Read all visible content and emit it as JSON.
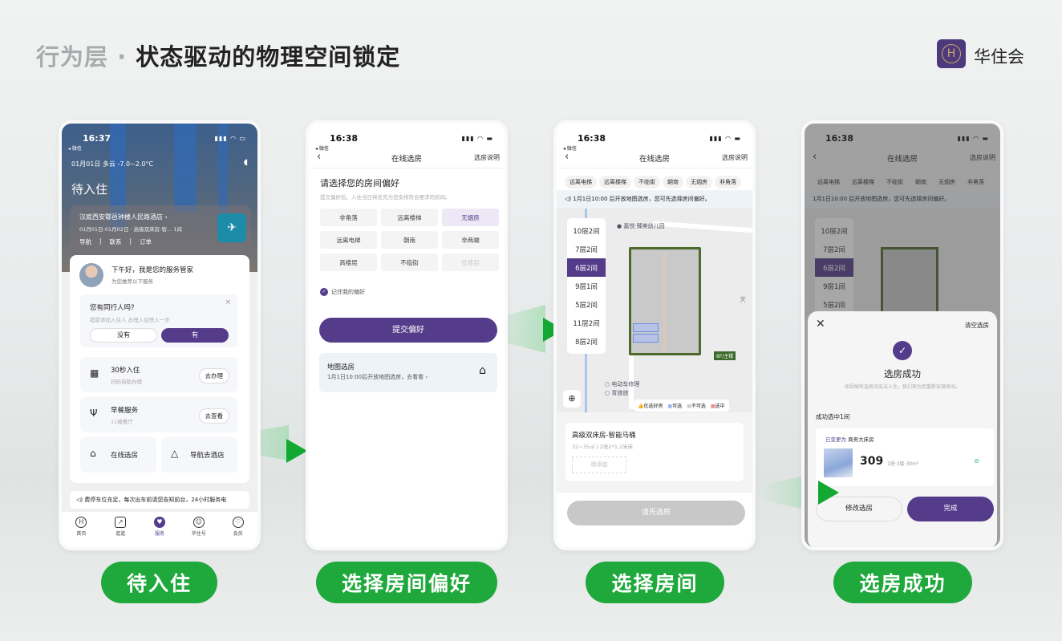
{
  "header": {
    "prefix": "行为层 · ",
    "title": "状态驱动的物理空间锁定",
    "brand": "华住会",
    "logo_letter": "H"
  },
  "steps": [
    "待入住",
    "选择房间偏好",
    "选择房间",
    "选房成功"
  ],
  "phone1": {
    "time": "16:37",
    "back_app": "◂ 微信",
    "weather": "01月01日 多云 -7.0~2.0°C",
    "heading": "待入住",
    "hotel": {
      "name": "汉庭西安鄠邑钟楼人民路酒店 ›",
      "detail": "01月01日-01月02日 · 高级双床房-智... 1间",
      "links": [
        "导航",
        "联系",
        "订单"
      ]
    },
    "butler": {
      "greeting": "下午好，我是您的服务管家",
      "sub": "为您推荐以下服务"
    },
    "companion": {
      "title": "您有同行人吗?",
      "sub": "提前添加入住人 办理入住快人一步",
      "no": "没有",
      "yes": "有",
      "close": "×"
    },
    "services": [
      {
        "title": "30秒入住",
        "sub": "扫码自助办理",
        "action": "去办理"
      },
      {
        "title": "早餐服务",
        "sub": "11楼餐厅",
        "action": "去查看"
      }
    ],
    "tiles": [
      "在线选房",
      "导航去酒店"
    ],
    "notice": "费停车位充足，每次出车前请您告知前台，24小时服务电",
    "tabs": [
      "首页",
      "逛逛",
      "服务",
      "华住号",
      "会员"
    ]
  },
  "phone2": {
    "time": "16:38",
    "back_app": "◂ 微信",
    "nav_title": "在线选房",
    "nav_right": "选房说明",
    "heading": "请选择您的房间偏好",
    "sub": "提交偏好后，入住当日将优先为您安排符合要求的房间。",
    "prefs": [
      "非角落",
      "远离楼梯",
      "无烟房",
      "远离电梯",
      "朝南",
      "非两端",
      "高楼层",
      "不临街",
      "低楼层"
    ],
    "remember": "记住我的偏好",
    "submit": "提交偏好",
    "map": {
      "title": "地图选房",
      "sub": "1月1日10:00后开放地图选房，去看看 ›"
    }
  },
  "phone3": {
    "time": "16:38",
    "back_app": "◂ 微信",
    "nav_title": "在线选房",
    "nav_right": "选房说明",
    "chips": [
      "远离电梯",
      "远离楼梯",
      "不临街",
      "朝南",
      "无烟房",
      "非角落"
    ],
    "notice": "1月1日10:00 后开放地图选房，您可先选择房间偏好。",
    "floors": [
      "10层2间",
      "7层2间",
      "6层2间",
      "9层1间",
      "5层2间",
      "11层2间",
      "8层2间"
    ],
    "selected_floor": "6层2间",
    "poi": [
      "嘉悦·臻美幼儿园",
      "电动车修理",
      "青旅旅",
      "天"
    ],
    "floor_badge": "6F/主楼",
    "legend": [
      "优选好房",
      "可选",
      "不可选",
      "选中"
    ],
    "room": {
      "name": "高级双床房-智能马桶",
      "spec": "32~35㎡ | 2张2*1.2米床",
      "slot": "待添加"
    },
    "button": "请先选房"
  },
  "phone4": {
    "time": "16:38",
    "clear": "清空选房",
    "title": "选房成功",
    "sub": "如因故所选房间无法入住，我们将为您重新安排房间。",
    "count": "成功选中1间",
    "changed_label": "已变更为",
    "changed_type": "商务大床房",
    "room_no": "309",
    "room_info": "1座·3层·30m²",
    "modify": "修改选房",
    "done": "完成"
  },
  "colors": {
    "brand": "#553c8b",
    "green": "#1fa83c"
  }
}
